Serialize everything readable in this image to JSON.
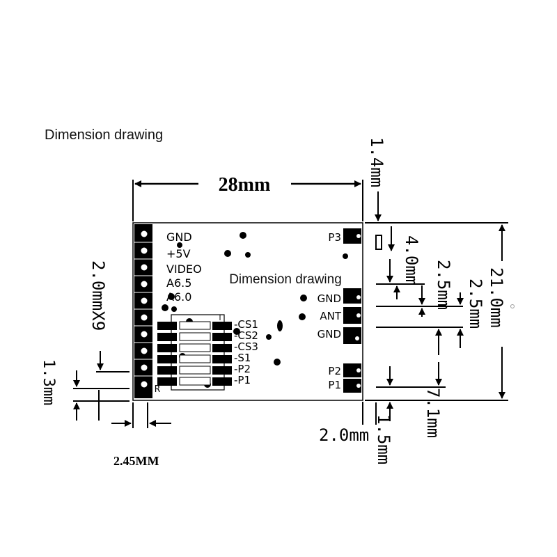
{
  "captions": {
    "top": "Dimension drawing",
    "overlay": "Dimension drawing"
  },
  "dimensions": {
    "width": "28mm",
    "pitch": "2.0mmX9",
    "left_offset": "1.3mm",
    "bottom_left": "2.45MM",
    "top_margin": "1.4mm",
    "h_4_0": "4.0mm",
    "h_2_5a": "2.5mm",
    "h_2_5b": "2.5mm",
    "total_height": "21.0mm",
    "h_7_1": "7.1mm",
    "h_1_5": "1.5mm",
    "bottom_right": "2.0mm"
  },
  "left_pins": [
    "GND",
    "+5V",
    "VIDEO",
    "A6.5",
    "A6.0"
  ],
  "right_pins": {
    "p3": "P3",
    "gnd1": "GND",
    "ant": "ANT",
    "gnd2": "GND",
    "p2": "P2",
    "p1": "P1"
  },
  "switch_labels": [
    "-CS1",
    "-CS2",
    "-CS3",
    "-S1",
    "-P2",
    "-P1"
  ],
  "board_mark": "R",
  "colors": {
    "ink": "#000000",
    "board": "#ffffff",
    "text": "#111111"
  }
}
